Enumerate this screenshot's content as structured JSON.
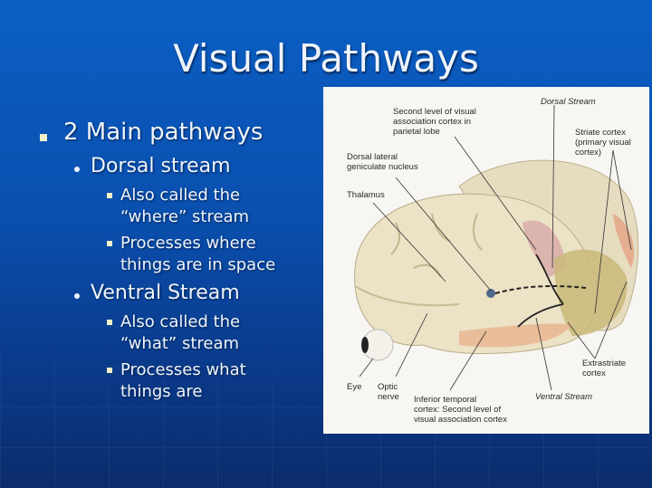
{
  "slide": {
    "title": "Visual Pathways",
    "bullets": {
      "main": "2 Main pathways",
      "dorsal": {
        "label": "Dorsal stream",
        "items": [
          [
            "Also called the",
            "“where” stream"
          ],
          [
            "Processes where",
            "things are in space"
          ]
        ]
      },
      "ventral": {
        "label": "Ventral Stream",
        "items": [
          [
            "Also called the",
            "“what” stream"
          ],
          [
            "Processes what",
            "things are"
          ]
        ]
      }
    }
  },
  "figure": {
    "labels": {
      "dorsal_stream": "Dorsal Stream",
      "second_level_parietal": [
        "Second level of visual",
        "association cortex in",
        "parietal lobe"
      ],
      "striate": [
        "Striate cortex",
        "(primary visual",
        "cortex)"
      ],
      "lgn": [
        "Dorsal lateral",
        "geniculate nucleus"
      ],
      "thalamus": "Thalamus",
      "extrastriate": [
        "Extrastriate",
        "cortex"
      ],
      "ventral_stream": "Ventral Stream",
      "eye": "Eye",
      "optic_nerve": [
        "Optic",
        "nerve"
      ],
      "inferior_temporal": [
        "Inferior temporal",
        "cortex: Second level of",
        "visual association cortex"
      ]
    }
  }
}
